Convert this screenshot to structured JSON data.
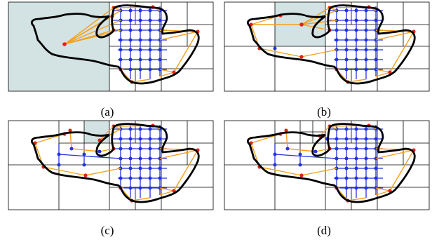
{
  "panels": [
    {
      "id": "a",
      "caption": "(a)"
    },
    {
      "id": "b",
      "caption": "(b)"
    },
    {
      "id": "c",
      "caption": "(c)"
    },
    {
      "id": "d",
      "caption": "(d)"
    }
  ],
  "colors": {
    "quadtree_line": "#000000",
    "highlight_cell": "#d3e3e3",
    "outline": "#000000",
    "connector": "#f2a01e",
    "boundary_point": "#e5201b",
    "grid_point": "#2233dd",
    "grid_line": "#2233dd"
  }
}
